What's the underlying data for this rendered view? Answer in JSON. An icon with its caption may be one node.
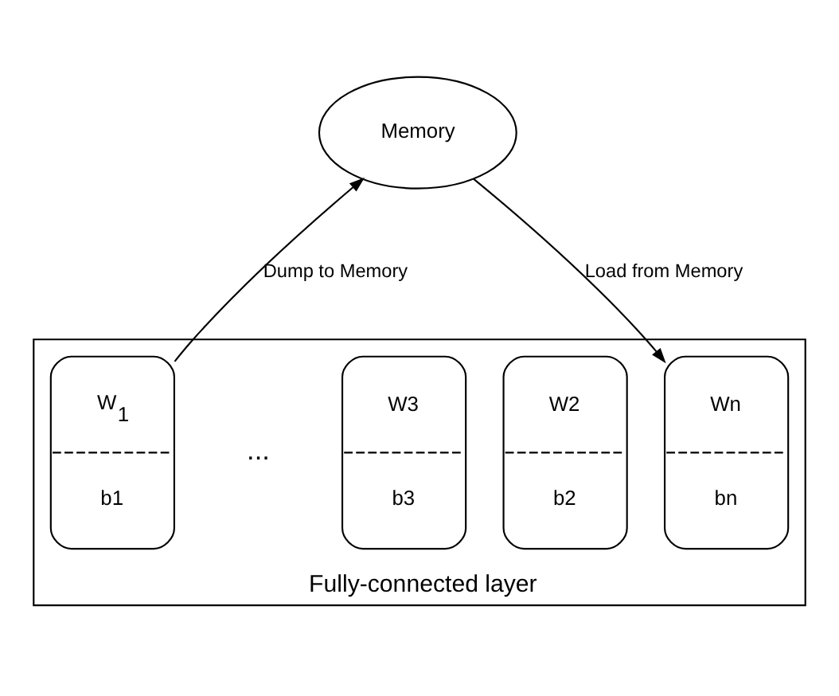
{
  "diagram": {
    "nodes": [
      {
        "text": [
          "Memory"
        ]
      },
      {
        "text": [
          "Fully-connected layer"
        ]
      },
      {
        "text": [
          "W$_{1}$",
          "b1"
        ],
        "in": 1
      },
      {
        "text": [
          "W2",
          "b2"
        ],
        "in": 1
      },
      {
        "text": [
          "W3",
          "b3"
        ],
        "in": 1
      },
      {
        "text": [
          "Wn",
          "bn"
        ],
        "in": 1
      }
    ],
    "edges": [
      {
        "from": 2,
        "to": 0,
        "arrow": "to",
        "label": "Dump to Memory"
      },
      {
        "from": 0,
        "to": 5,
        "arrow": "to",
        "label": "Load from Memory"
      }
    ],
    "labels": [
      "..."
    ]
  }
}
